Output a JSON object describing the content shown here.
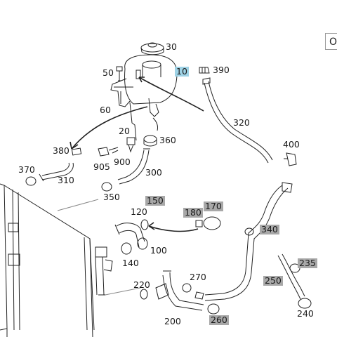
{
  "toolbar": {
    "corner_button_label": "O"
  },
  "parts": {
    "p10": "10",
    "p20": "20",
    "p30": "30",
    "p50": "50",
    "p60": "60",
    "p100": "100",
    "p120": "120",
    "p140": "140",
    "p150": "150",
    "p170": "170",
    "p180": "180",
    "p200": "200",
    "p220": "220",
    "p235": "235",
    "p240": "240",
    "p250": "250",
    "p260": "260",
    "p270": "270",
    "p300": "300",
    "p310": "310",
    "p320": "320",
    "p340": "340",
    "p350": "350",
    "p360": "360",
    "p370": "370",
    "p380": "380",
    "p390": "390",
    "p400": "400",
    "p900": "900",
    "p905": "905"
  },
  "colors": {
    "highlight_selected": "#9fd3e6",
    "highlight_gray": "#a8a8a8",
    "line": "#222222"
  }
}
